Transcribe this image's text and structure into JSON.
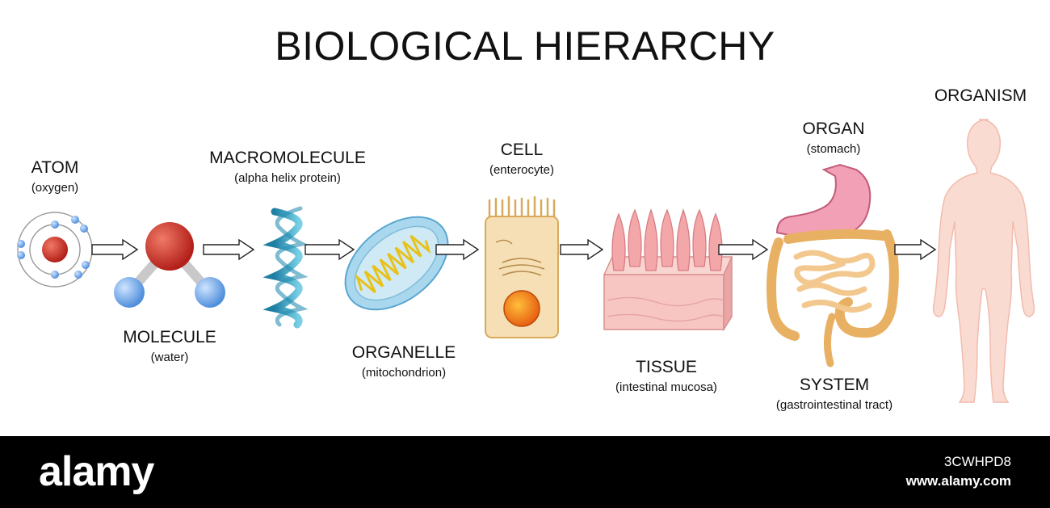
{
  "title": "BIOLOGICAL HIERARCHY",
  "levels": [
    {
      "name": "ATOM",
      "sub": "(oxygen)"
    },
    {
      "name": "MOLECULE",
      "sub": "(water)"
    },
    {
      "name": "MACROMOLECULE",
      "sub": "(alpha helix protein)"
    },
    {
      "name": "ORGANELLE",
      "sub": "(mitochondrion)"
    },
    {
      "name": "CELL",
      "sub": "(enterocyte)"
    },
    {
      "name": "TISSUE",
      "sub": "(intestinal mucosa)"
    },
    {
      "name": "SYSTEM",
      "sub": "(gastrointestinal tract)"
    },
    {
      "name": "ORGAN",
      "sub": "(stomach)"
    },
    {
      "name": "ORGANISM",
      "sub": ""
    }
  ],
  "footer": {
    "logo": "alamy",
    "image_code": "3CWHPD8",
    "site": "www.alamy.com"
  },
  "colors": {
    "atom_nucleus": "#c8281e",
    "electron": "#6fa8e8",
    "helix": "#3aa6c4",
    "mitochondrion": "#8ecbe6",
    "cell": "#f6dfb4",
    "nucleus": "#f08a1c",
    "tissue": "#f2b5b5",
    "stomach": "#f2a0b6",
    "intestine": "#f0c48a",
    "body": "#fadbd2"
  }
}
